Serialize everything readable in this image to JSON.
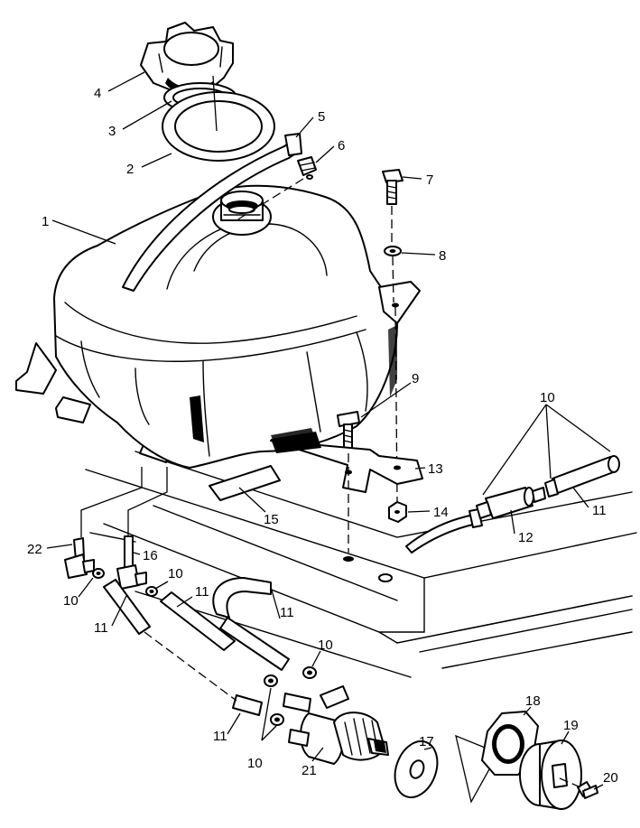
{
  "diagram": {
    "callouts": [
      {
        "id": "c1",
        "label": "1"
      },
      {
        "id": "c2",
        "label": "2"
      },
      {
        "id": "c3",
        "label": "3"
      },
      {
        "id": "c4",
        "label": "4"
      },
      {
        "id": "c5",
        "label": "5"
      },
      {
        "id": "c6",
        "label": "6"
      },
      {
        "id": "c7",
        "label": "7"
      },
      {
        "id": "c8",
        "label": "8"
      },
      {
        "id": "c9",
        "label": "9"
      },
      {
        "id": "c10a",
        "label": "10"
      },
      {
        "id": "c11a",
        "label": "11"
      },
      {
        "id": "c12",
        "label": "12"
      },
      {
        "id": "c13",
        "label": "13"
      },
      {
        "id": "c14",
        "label": "14"
      },
      {
        "id": "c15",
        "label": "15"
      },
      {
        "id": "c22",
        "label": "22"
      },
      {
        "id": "c16",
        "label": "16"
      },
      {
        "id": "c10b",
        "label": "10"
      },
      {
        "id": "c10c",
        "label": "10"
      },
      {
        "id": "c11b",
        "label": "11"
      },
      {
        "id": "c11c",
        "label": "11"
      },
      {
        "id": "c11d",
        "label": "11"
      },
      {
        "id": "c10d",
        "label": "10"
      },
      {
        "id": "c11e",
        "label": "11"
      },
      {
        "id": "c10e",
        "label": "10"
      },
      {
        "id": "c21",
        "label": "21"
      },
      {
        "id": "c17",
        "label": "17"
      },
      {
        "id": "c18",
        "label": "18"
      },
      {
        "id": "c19",
        "label": "19"
      },
      {
        "id": "c20",
        "label": "20"
      }
    ]
  }
}
